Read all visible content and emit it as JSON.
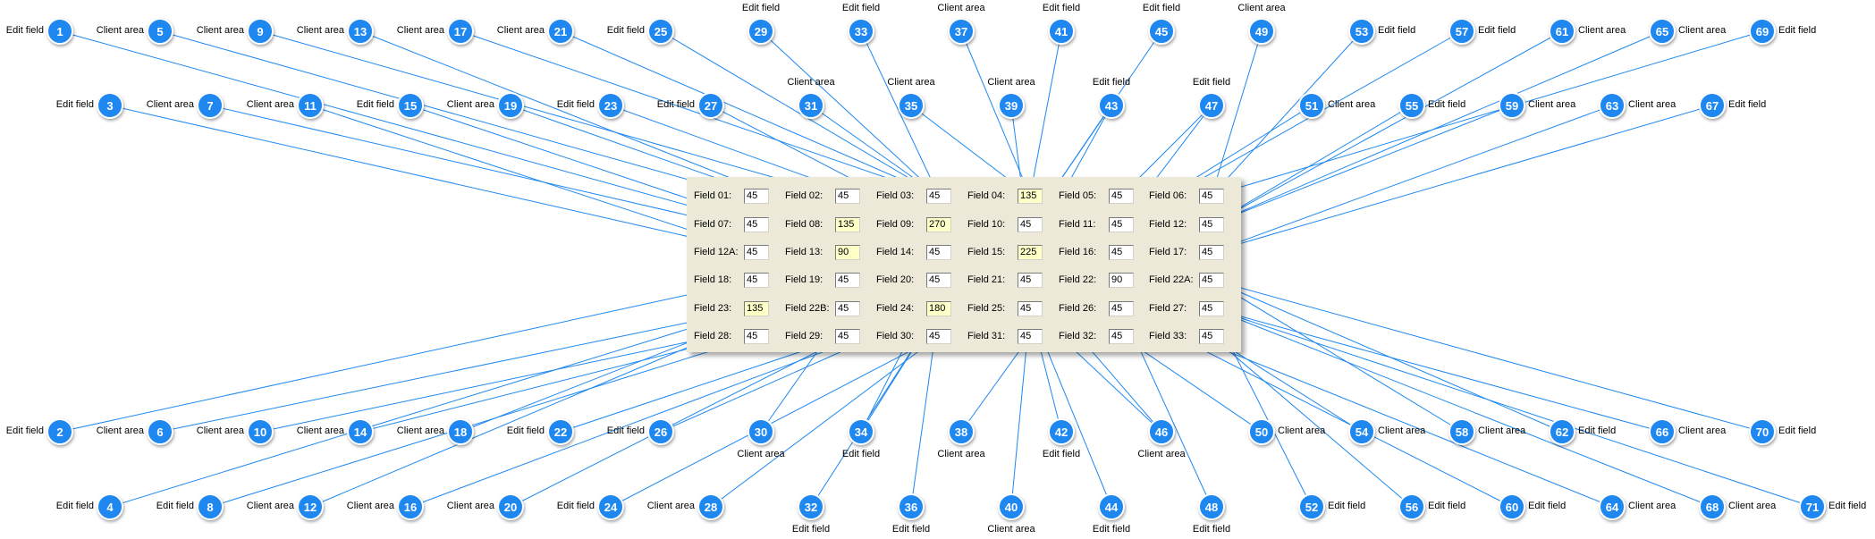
{
  "accent_color": "#1e88f0",
  "highlight_color": "#ffffc8",
  "form": {
    "rows": [
      [
        {
          "label": "Field 01:",
          "value": "45"
        },
        {
          "label": "Field 02:",
          "value": "45"
        },
        {
          "label": "Field 03:",
          "value": "45"
        },
        {
          "label": "Field 04:",
          "value": "135",
          "highlight": true
        },
        {
          "label": "Field 05:",
          "value": "45"
        },
        {
          "label": "Field 06:",
          "value": "45"
        }
      ],
      [
        {
          "label": "Field 07:",
          "value": "45"
        },
        {
          "label": "Field 08:",
          "value": "135",
          "highlight": true
        },
        {
          "label": "Field 09:",
          "value": "270",
          "highlight": true
        },
        {
          "label": "Field 10:",
          "value": "45"
        },
        {
          "label": "Field 11:",
          "value": "45"
        },
        {
          "label": "Field 12:",
          "value": "45"
        }
      ],
      [
        {
          "label": "Field 12A:",
          "value": "45"
        },
        {
          "label": "Field 13:",
          "value": "90",
          "highlight": true
        },
        {
          "label": "Field 14:",
          "value": "45"
        },
        {
          "label": "Field 15:",
          "value": "225",
          "highlight": true
        },
        {
          "label": "Field 16:",
          "value": "45"
        },
        {
          "label": "Field 17:",
          "value": "45"
        }
      ],
      [
        {
          "label": "Field 18:",
          "value": "45"
        },
        {
          "label": "Field 19:",
          "value": "45"
        },
        {
          "label": "Field 20:",
          "value": "45"
        },
        {
          "label": "Field 21:",
          "value": "45"
        },
        {
          "label": "Field 22:",
          "value": "90"
        },
        {
          "label": "Field 22A:",
          "value": "45"
        }
      ],
      [
        {
          "label": "Field 23:",
          "value": "135",
          "highlight": true
        },
        {
          "label": "Field 22B:",
          "value": "45"
        },
        {
          "label": "Field 24:",
          "value": "180",
          "highlight": true
        },
        {
          "label": "Field 25:",
          "value": "45"
        },
        {
          "label": "Field 26:",
          "value": "45"
        },
        {
          "label": "Field 27:",
          "value": "45"
        }
      ],
      [
        {
          "label": "Field 28:",
          "value": "45"
        },
        {
          "label": "Field 29:",
          "value": "45"
        },
        {
          "label": "Field 30:",
          "value": "45"
        },
        {
          "label": "Field 31:",
          "value": "45"
        },
        {
          "label": "Field 32:",
          "value": "45"
        },
        {
          "label": "Field 33:",
          "value": "45"
        }
      ]
    ]
  },
  "callouts": [
    {
      "n": "1",
      "text": "Edit field"
    },
    {
      "n": "2",
      "text": "Edit field"
    },
    {
      "n": "3",
      "text": "Edit field"
    },
    {
      "n": "4",
      "text": "Edit field"
    },
    {
      "n": "5",
      "text": "Client area"
    },
    {
      "n": "6",
      "text": "Client area"
    },
    {
      "n": "7",
      "text": "Client area"
    },
    {
      "n": "8",
      "text": "Edit field"
    },
    {
      "n": "9",
      "text": "Client area"
    },
    {
      "n": "10",
      "text": "Client area"
    },
    {
      "n": "11",
      "text": "Client area"
    },
    {
      "n": "12",
      "text": "Client area"
    },
    {
      "n": "13",
      "text": "Client area"
    },
    {
      "n": "14",
      "text": "Client area"
    },
    {
      "n": "15",
      "text": "Edit field"
    },
    {
      "n": "16",
      "text": "Client area"
    },
    {
      "n": "17",
      "text": "Client area"
    },
    {
      "n": "18",
      "text": "Client area"
    },
    {
      "n": "19",
      "text": "Client area"
    },
    {
      "n": "20",
      "text": "Client area"
    },
    {
      "n": "21",
      "text": "Client area"
    },
    {
      "n": "22",
      "text": "Edit field"
    },
    {
      "n": "23",
      "text": "Edit field"
    },
    {
      "n": "24",
      "text": "Edit field"
    },
    {
      "n": "25",
      "text": "Edit field"
    },
    {
      "n": "26",
      "text": "Edit field"
    },
    {
      "n": "27",
      "text": "Edit field"
    },
    {
      "n": "28",
      "text": "Client area"
    },
    {
      "n": "29",
      "text": "Edit field"
    },
    {
      "n": "30",
      "text": "Client area"
    },
    {
      "n": "31",
      "text": "Client area"
    },
    {
      "n": "32",
      "text": "Edit field"
    },
    {
      "n": "33",
      "text": "Edit field"
    },
    {
      "n": "34",
      "text": "Edit field"
    },
    {
      "n": "35",
      "text": "Client area"
    },
    {
      "n": "36",
      "text": "Edit field"
    },
    {
      "n": "37",
      "text": "Client area"
    },
    {
      "n": "38",
      "text": "Client area"
    },
    {
      "n": "39",
      "text": "Client area"
    },
    {
      "n": "40",
      "text": "Client area"
    },
    {
      "n": "41",
      "text": "Edit field"
    },
    {
      "n": "42",
      "text": "Edit field"
    },
    {
      "n": "43",
      "text": "Edit field"
    },
    {
      "n": "44",
      "text": "Edit field"
    },
    {
      "n": "45",
      "text": "Edit field"
    },
    {
      "n": "46",
      "text": "Client area"
    },
    {
      "n": "47",
      "text": "Edit field"
    },
    {
      "n": "48",
      "text": "Edit field"
    },
    {
      "n": "49",
      "text": "Client area"
    },
    {
      "n": "50",
      "text": "Client area"
    },
    {
      "n": "51",
      "text": "Client area"
    },
    {
      "n": "52",
      "text": "Edit field"
    },
    {
      "n": "53",
      "text": "Edit field"
    },
    {
      "n": "54",
      "text": "Client area"
    },
    {
      "n": "55",
      "text": "Edit field"
    },
    {
      "n": "56",
      "text": "Edit field"
    },
    {
      "n": "57",
      "text": "Edit field"
    },
    {
      "n": "58",
      "text": "Client area"
    },
    {
      "n": "59",
      "text": "Client area"
    },
    {
      "n": "60",
      "text": "Edit field"
    },
    {
      "n": "61",
      "text": "Client area"
    },
    {
      "n": "62",
      "text": "Edit field"
    },
    {
      "n": "63",
      "text": "Client area"
    },
    {
      "n": "64",
      "text": "Client area"
    },
    {
      "n": "65",
      "text": "Client area"
    },
    {
      "n": "66",
      "text": "Client area"
    },
    {
      "n": "67",
      "text": "Edit field"
    },
    {
      "n": "68",
      "text": "Client area"
    },
    {
      "n": "69",
      "text": "Edit field"
    },
    {
      "n": "70",
      "text": "Edit field"
    },
    {
      "n": "71",
      "text": "Edit field"
    }
  ]
}
